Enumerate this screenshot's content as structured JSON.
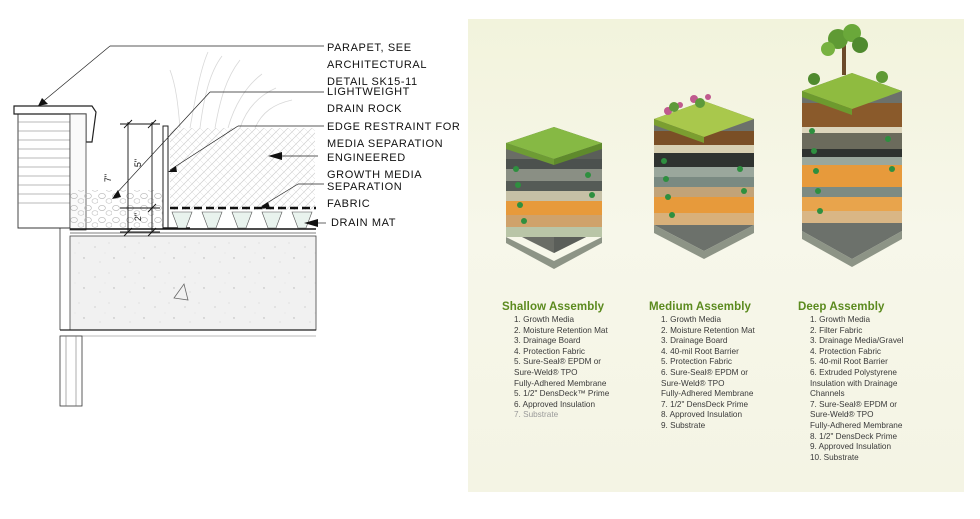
{
  "detail": {
    "callouts": [
      {
        "lines": [
          "PARAPET, SEE",
          "ARCHITECTURAL",
          "DETAIL SK15-11"
        ]
      },
      {
        "lines": [
          "LIGHTWEIGHT",
          "DRAIN ROCK"
        ]
      },
      {
        "lines": [
          "EDGE RESTRAINT FOR",
          "MEDIA SEPARATION"
        ]
      },
      {
        "lines": [
          "ENGINEERED",
          "GROWTH MEDIA"
        ]
      },
      {
        "lines": [
          "SEPARATION",
          "FABRIC"
        ]
      },
      {
        "lines": [
          "DRAIN MAT"
        ]
      }
    ],
    "dimensions": [
      "7\"",
      "5\"",
      "2\""
    ]
  },
  "assemblies": [
    {
      "title": "Shallow Assembly",
      "items": [
        "1. Growth Media",
        "2. Moisture Retention Mat",
        "3. Drainage Board",
        "4. Protection Fabric",
        "5. Sure-Seal® EPDM or\nSure-Weld® TPO\nFully-Adhered Membrane",
        "5. 1/2\" DensDeck™ Prime",
        "6. Approved Insulation",
        "7. Substrate"
      ]
    },
    {
      "title": "Medium Assembly",
      "items": [
        "1. Growth Media",
        "2. Moisture Retention Mat",
        "3. Drainage Board",
        "4. 40-mil Root Barrier",
        "5. Protection Fabric",
        "6. Sure-Seal® EPDM or\nSure-Weld® TPO\nFully-Adhered Membrane",
        "7. 1/2\" DensDeck Prime",
        "8. Approved Insulation",
        "9. Substrate"
      ]
    },
    {
      "title": "Deep Assembly",
      "items": [
        "1. Growth Media",
        "2. Filter Fabric",
        "3. Drainage Media/Gravel",
        "4. Protection Fabric",
        "5. 40-mil Root Barrier",
        "6. Extruded Polystyrene\nInsulation with Drainage\nChannels",
        "7. Sure-Seal® EPDM or\nSure-Weld® TPO\nFully-Adhered Membrane",
        "8. 1/2\" DensDeck Prime",
        "9. Approved Insulation",
        "10. Substrate"
      ]
    }
  ],
  "colors": {
    "title_green": "#5b8a1e",
    "turf": "#7fb43a",
    "soil": "#8a5a2b",
    "orange_layer": "#e79a3b",
    "gray_layer": "#6f7a76",
    "panel_bg": "#f4f4e2"
  }
}
